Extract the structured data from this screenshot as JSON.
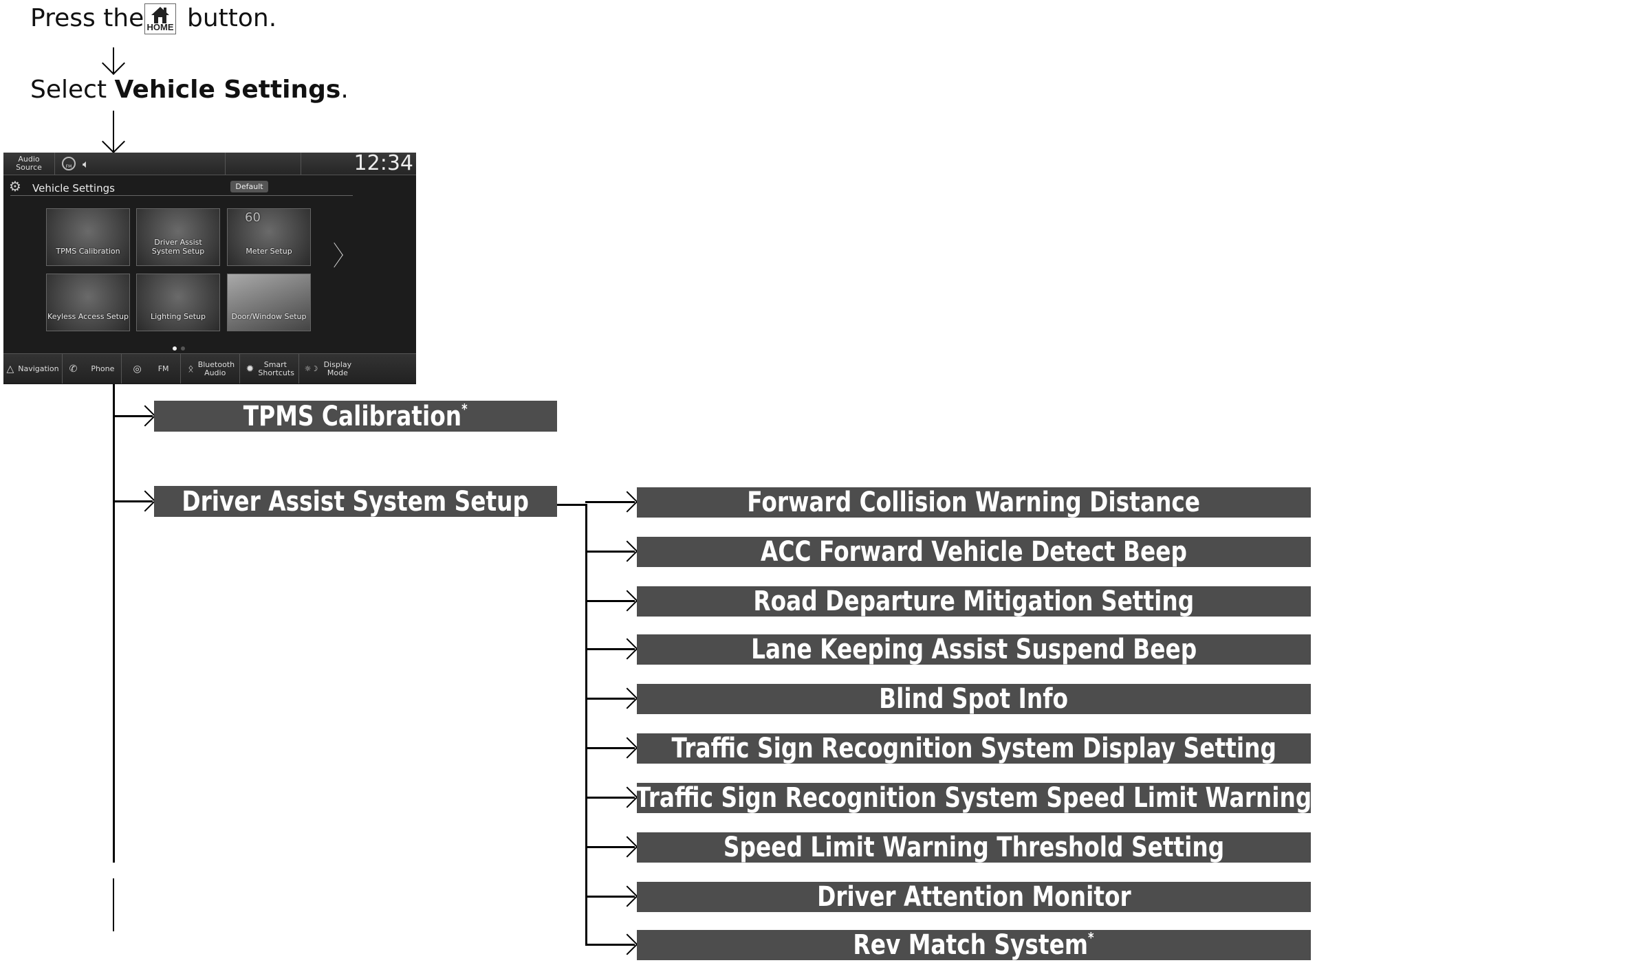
{
  "steps": {
    "press_prefix": "Press the",
    "home_button_label": "HOME",
    "press_suffix": "button.",
    "select_prefix": "Select",
    "select_target": "Vehicle Settings",
    "select_suffix": "."
  },
  "screen": {
    "audio_source": [
      "Audio",
      "Source"
    ],
    "fm_badge": "FM",
    "clock": "12:34",
    "title": "Vehicle Settings",
    "default_button": "Default",
    "tiles": [
      {
        "label": "TPMS Calibration"
      },
      {
        "label": "Driver Assist System Setup"
      },
      {
        "label": "Meter Setup",
        "speed": "60"
      },
      {
        "label": "Keyless Access Setup"
      },
      {
        "label": "Lighting Setup"
      },
      {
        "label": "Door/Window Setup"
      }
    ],
    "page_indicator": {
      "current": 1,
      "total": 2
    },
    "bottom_bar": [
      {
        "label": "Navigation",
        "icon": "navigation-icon"
      },
      {
        "label": "Phone",
        "icon": "phone-icon"
      },
      {
        "label": "FM",
        "icon": "radio-icon"
      },
      {
        "label": "Bluetooth Audio",
        "icon": "bluetooth-icon"
      },
      {
        "label": "Smart Shortcuts",
        "icon": "shortcuts-icon"
      },
      {
        "label": "Display Mode",
        "icon": "display-mode-icon"
      }
    ]
  },
  "menu": {
    "level1": [
      {
        "label": "TPMS Calibration",
        "asterisk": "*"
      },
      {
        "label": "Driver Assist System Setup",
        "asterisk": ""
      }
    ],
    "level2": [
      {
        "label": "Forward Collision Warning Distance",
        "asterisk": ""
      },
      {
        "label": "ACC Forward Vehicle Detect Beep",
        "asterisk": ""
      },
      {
        "label": "Road Departure Mitigation Setting",
        "asterisk": ""
      },
      {
        "label": "Lane Keeping Assist Suspend Beep",
        "asterisk": ""
      },
      {
        "label": "Blind Spot Info",
        "asterisk": ""
      },
      {
        "label": "Traffic Sign Recognition System Display Setting",
        "asterisk": ""
      },
      {
        "label": "Traffic Sign Recognition System Speed Limit Warning",
        "asterisk": ""
      },
      {
        "label": "Speed Limit Warning Threshold Setting",
        "asterisk": ""
      },
      {
        "label": "Driver Attention Monitor",
        "asterisk": ""
      },
      {
        "label": "Rev Match System",
        "asterisk": "*"
      }
    ]
  }
}
